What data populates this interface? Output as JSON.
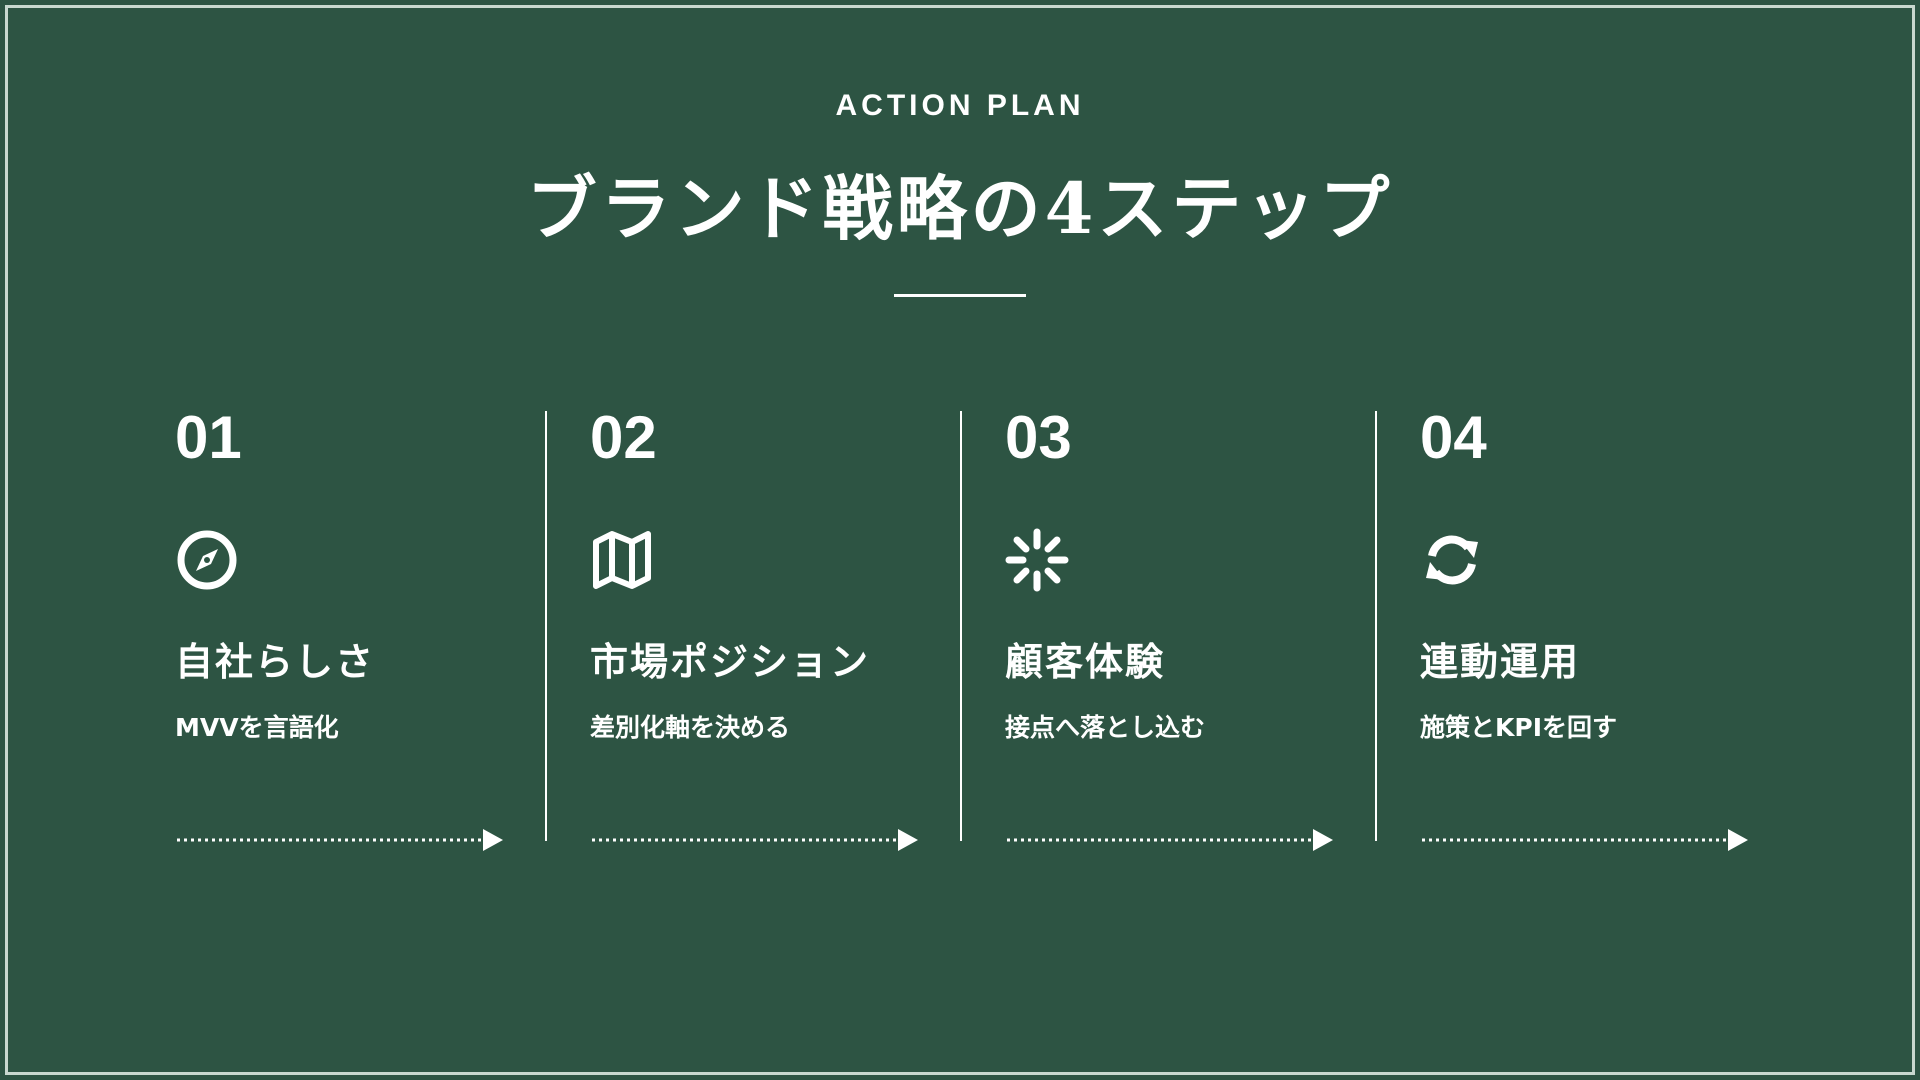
{
  "header": {
    "eyebrow": "ACTION PLAN",
    "title": "ブランド戦略の4ステップ"
  },
  "steps": [
    {
      "number": "01",
      "icon": "compass-icon",
      "title": "自社らしさ",
      "description": "MVVを言語化"
    },
    {
      "number": "02",
      "icon": "map-icon",
      "title": "市場ポジション",
      "description": "差別化軸を決める"
    },
    {
      "number": "03",
      "icon": "sparkle-icon",
      "title": "顧客体験",
      "description": "接点へ落とし込む"
    },
    {
      "number": "04",
      "icon": "refresh-icon",
      "title": "連動運用",
      "description": "施策とKPIを回す"
    }
  ],
  "colors": {
    "background": "#2d5443",
    "foreground": "#ffffff",
    "frame": "#c9d8cf"
  }
}
